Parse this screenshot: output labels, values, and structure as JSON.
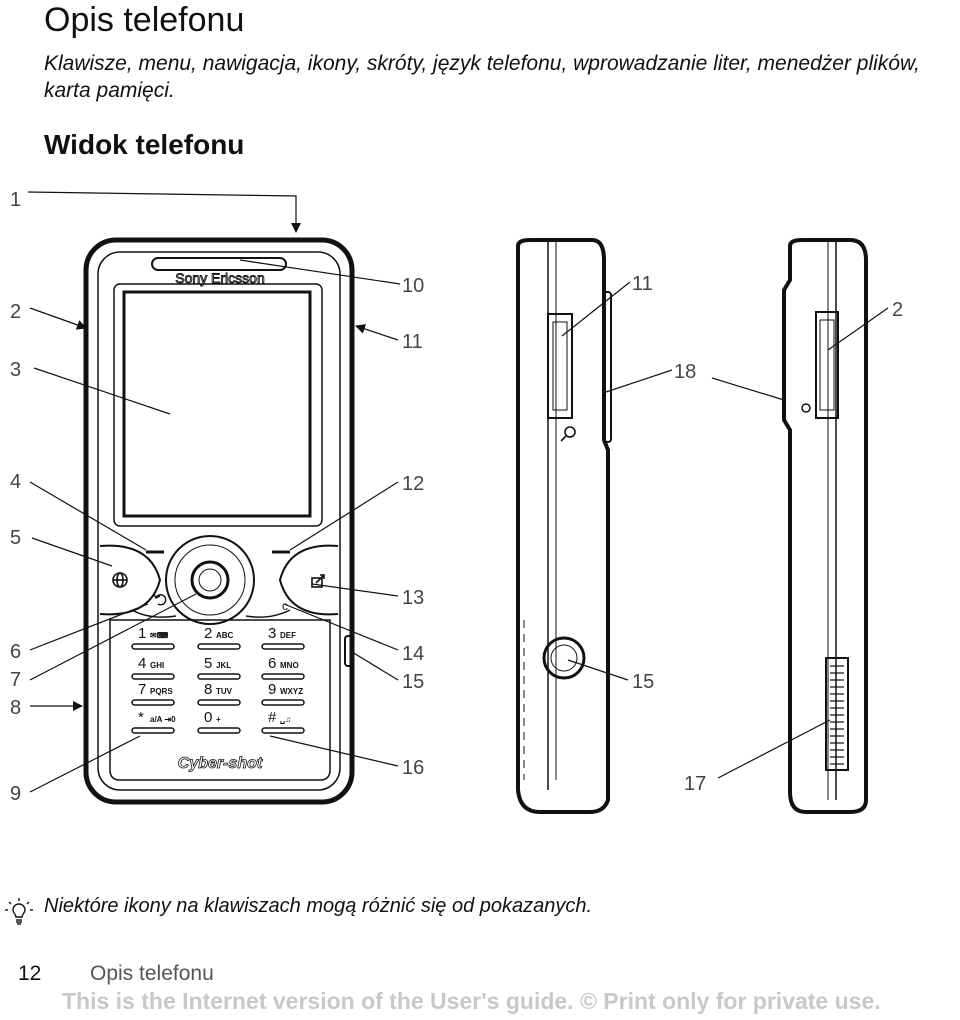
{
  "header": {
    "title": "Opis telefonu",
    "subtitle": "Klawisze, menu, nawigacja, ikony, skróty, język telefonu, wprowadzanie liter, menedżer plików, karta pamięci.",
    "section_title": "Widok telefonu"
  },
  "phone": {
    "brand": "Sony Ericsson",
    "camera_brand": "Cyber-shot",
    "keys": [
      {
        "digit": "1",
        "letters": "✉⌨"
      },
      {
        "digit": "2",
        "letters": "ABC"
      },
      {
        "digit": "3",
        "letters": "DEF"
      },
      {
        "digit": "4",
        "letters": "GHI"
      },
      {
        "digit": "5",
        "letters": "JKL"
      },
      {
        "digit": "6",
        "letters": "MNO"
      },
      {
        "digit": "7",
        "letters": "PQRS"
      },
      {
        "digit": "8",
        "letters": "TUV"
      },
      {
        "digit": "9",
        "letters": "WXYZ"
      },
      {
        "digit": "*",
        "letters": "a/A ⇥0"
      },
      {
        "digit": "0",
        "letters": "+"
      },
      {
        "digit": "#",
        "letters": "␣♫"
      }
    ]
  },
  "callouts": {
    "c1": "1",
    "c2": "2",
    "c3": "3",
    "c4": "4",
    "c5": "5",
    "c6": "6",
    "c7": "7",
    "c8": "8",
    "c9": "9",
    "c10": "10",
    "c11": "11",
    "c12": "12",
    "c13": "13",
    "c14": "14",
    "c15": "15",
    "c16": "16",
    "c17": "17",
    "c18": "18"
  },
  "tip": {
    "icon": "lightbulb-icon",
    "text": "Niektóre ikony na klawiszach mogą różnić się od pokazanych."
  },
  "footer": {
    "page_number": "12",
    "section": "Opis telefonu",
    "notice": "This is the Internet version of the User's guide. © Print only for private use."
  }
}
